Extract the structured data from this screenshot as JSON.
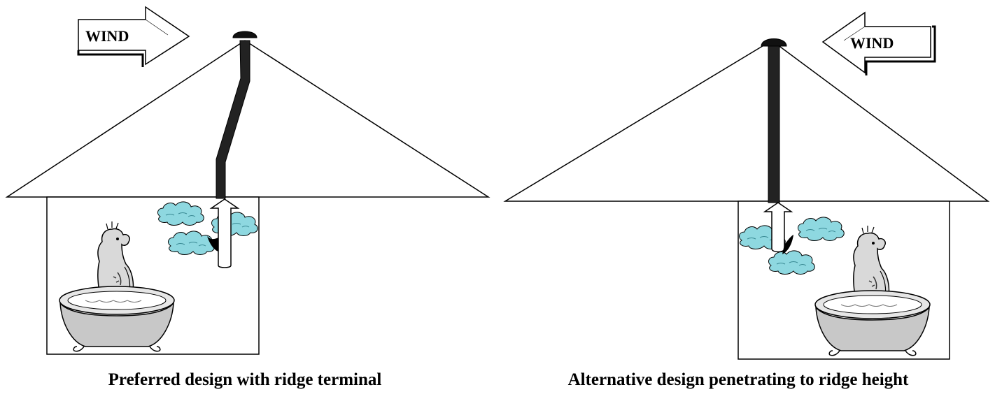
{
  "panels": [
    {
      "wind_label": "WIND",
      "wind_direction": "right",
      "caption": "Preferred design with ridge terminal"
    },
    {
      "wind_label": "WIND",
      "wind_direction": "left",
      "caption": "Alternative design penetrating to ridge height"
    }
  ],
  "colors": {
    "line": "#000000",
    "cloud": "#8ed8e0",
    "tub": "#c8c8c8",
    "figure": "#d9d9d9",
    "flue": "#222222"
  }
}
